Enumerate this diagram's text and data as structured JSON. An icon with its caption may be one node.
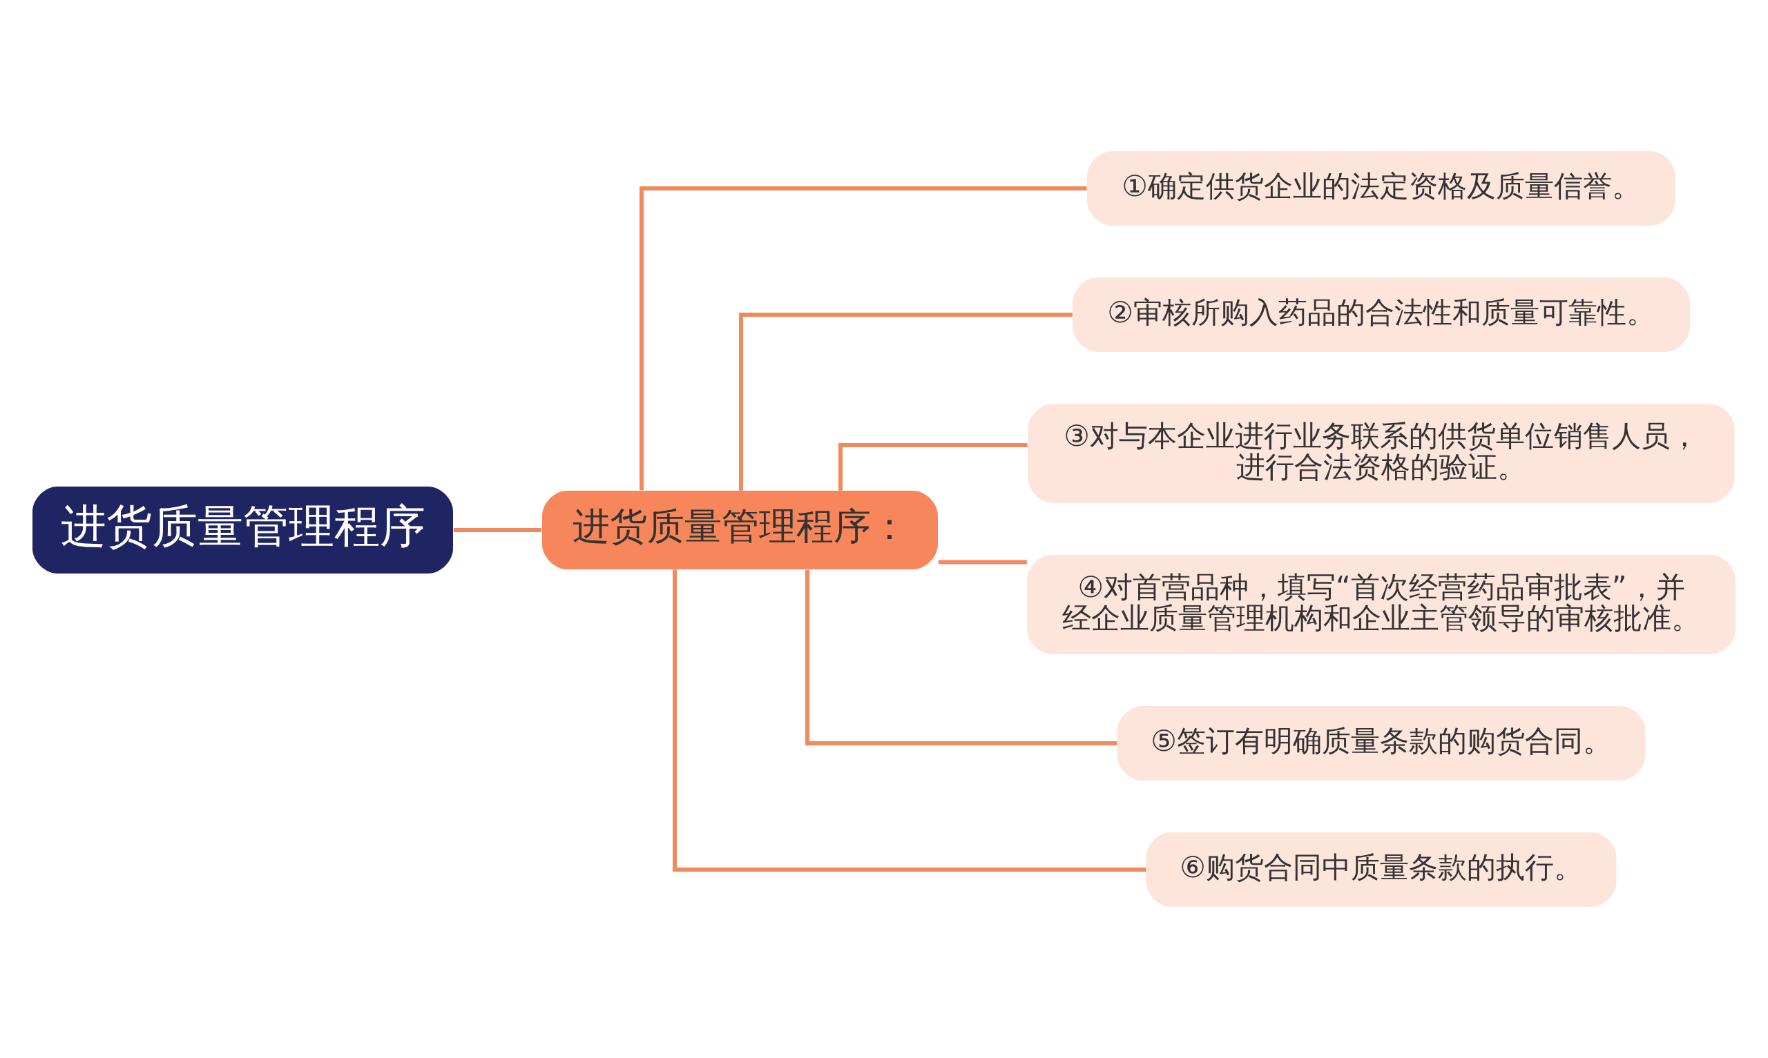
{
  "diagram": {
    "nodes": [
      {
        "text": [
          "进货质量管理程序"
        ]
      },
      {
        "text": [
          "进货质量管理程序："
        ]
      },
      {
        "text": [
          "①确定供货企业的法定资格及质量信誉。"
        ]
      },
      {
        "text": [
          "②审核所购入药品的合法性和质量可靠性。"
        ]
      },
      {
        "text": [
          "③对与本企业进行业务联系的供货单位销售人员，进行合法资格的验证。"
        ]
      },
      {
        "text": [
          "④对首营品种，填写“首次经营药品审批表”，并经企业质量管理机构和企业主管领导的审核批准。"
        ]
      },
      {
        "text": [
          "⑤签订有明确质量条款的购货合同。"
        ]
      },
      {
        "text": [
          "⑥购货合同中质量条款的执行。"
        ]
      }
    ],
    "edges": [
      {
        "from": 0,
        "to": 1,
        "arrow": "none"
      },
      {
        "from": 1,
        "to": 2,
        "arrow": "none"
      },
      {
        "from": 1,
        "to": 3,
        "arrow": "none"
      },
      {
        "from": 1,
        "to": 4,
        "arrow": "none"
      },
      {
        "from": 1,
        "to": 5,
        "arrow": "none"
      },
      {
        "from": 1,
        "to": 6,
        "arrow": "none"
      },
      {
        "from": 1,
        "to": 7,
        "arrow": "none"
      }
    ]
  }
}
